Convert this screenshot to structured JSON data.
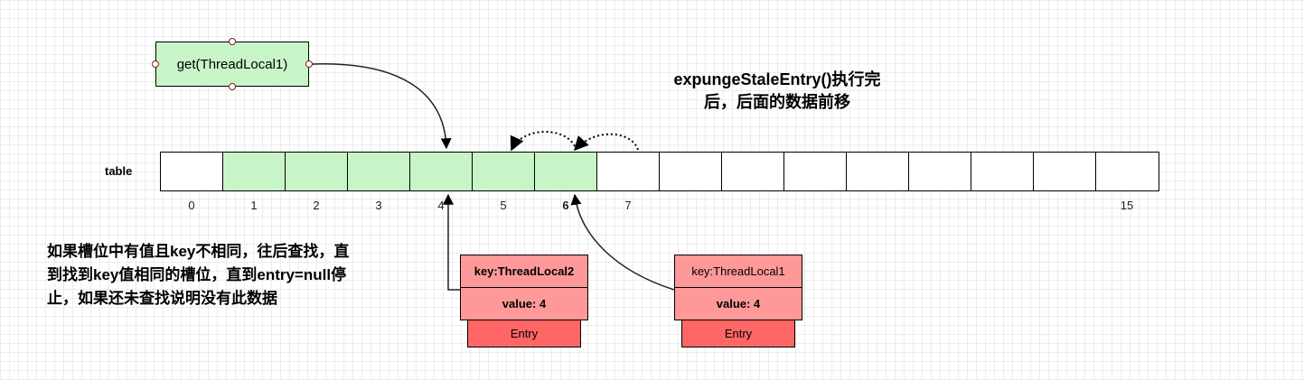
{
  "get_box": {
    "label": "get(ThreadLocal1)"
  },
  "table": {
    "label": "table",
    "cells": [
      {
        "filled": false
      },
      {
        "filled": true
      },
      {
        "filled": true
      },
      {
        "filled": true
      },
      {
        "filled": true
      },
      {
        "filled": true
      },
      {
        "filled": true
      },
      {
        "filled": false
      },
      {
        "filled": false
      },
      {
        "filled": false
      },
      {
        "filled": false
      },
      {
        "filled": false
      },
      {
        "filled": false
      },
      {
        "filled": false
      },
      {
        "filled": false
      },
      {
        "filled": false
      }
    ],
    "index_labels": [
      {
        "text": "0",
        "cell": 0,
        "bold": false
      },
      {
        "text": "1",
        "cell": 1,
        "bold": false
      },
      {
        "text": "2",
        "cell": 2,
        "bold": false
      },
      {
        "text": "3",
        "cell": 3,
        "bold": false
      },
      {
        "text": "4",
        "cell": 4,
        "bold": false
      },
      {
        "text": "5",
        "cell": 5,
        "bold": false
      },
      {
        "text": "6",
        "cell": 6,
        "bold": true
      },
      {
        "text": "7",
        "cell": 7,
        "bold": false
      },
      {
        "text": "15",
        "cell": 15,
        "bold": false
      }
    ]
  },
  "notes": {
    "top_line1": "expungeStaleEntry()执行完",
    "top_line2": "后，后面的数据前移",
    "left_line1": "如果槽位中有值且key不相同，往后查找，直",
    "left_line2": "到找到key值相同的槽位，直到entry=null停",
    "left_line3": "止，如果还未查找说明没有此数据"
  },
  "entries": [
    {
      "key": "key:ThreadLocal2",
      "value": "value: 4",
      "label": "Entry"
    },
    {
      "key": "key:ThreadLocal1",
      "value": "value: 4",
      "label": "Entry"
    }
  ],
  "colors": {
    "cell_filled": "#c8f5c8",
    "entry_key": "#ff9999",
    "entry_footer": "#ff6666",
    "grid": "#ececec"
  }
}
